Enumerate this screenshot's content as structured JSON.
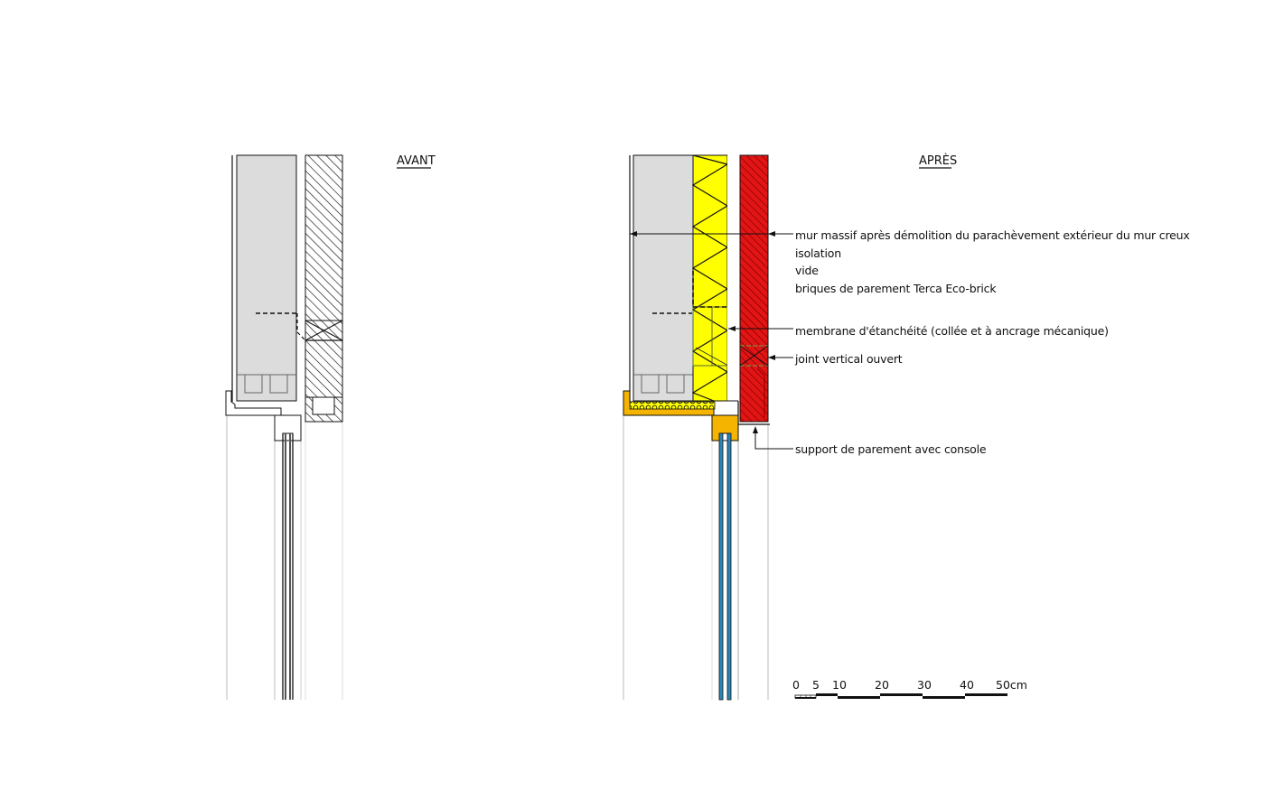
{
  "drawing": {
    "type": "architectural-section-detail",
    "sections": [
      {
        "id": "before",
        "title": "AVANT"
      },
      {
        "id": "after",
        "title": "APRÈS"
      }
    ],
    "annotations": [
      {
        "label": "mur massif après démolition du parachèvement extérieur du mur creux"
      },
      {
        "label": "isolation"
      },
      {
        "label": "vide"
      },
      {
        "label": "briques de parement Terca Eco-brick"
      },
      {
        "label": "membrane d'étanchéité (collée et à ancrage mécanique)"
      },
      {
        "label": "joint vertical ouvert"
      },
      {
        "label": "support de parement avec console"
      }
    ],
    "scale_bar": {
      "ticks": [
        "0",
        "5",
        "10",
        "20",
        "30",
        "40",
        "50cm"
      ],
      "unit": "cm",
      "max": 50
    },
    "colors": {
      "masonry_gray": "#dcdcdc",
      "insulation_yellow": "#ffff00",
      "brick_red": "#e31414",
      "frame_orange": "#f5b400",
      "glass_blue": "#2a86b8",
      "line": "#111111"
    }
  }
}
